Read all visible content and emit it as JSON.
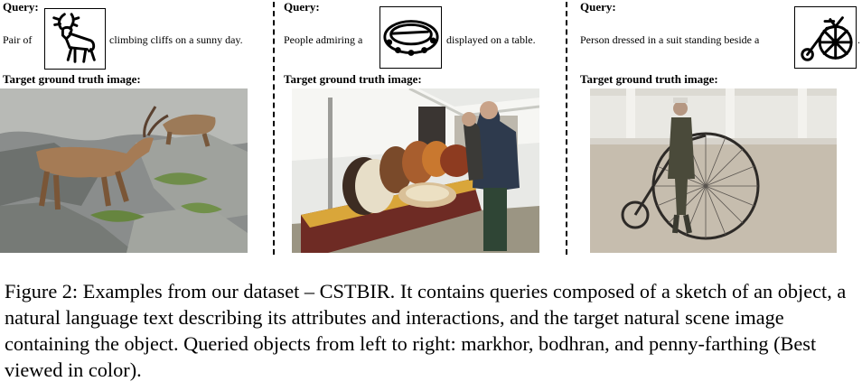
{
  "panels": [
    {
      "query_label": "Query:",
      "text_before": "Pair of",
      "text_after": "climbing cliffs on a sunny day.",
      "sketch_icon": "markhor-sketch-icon",
      "target_label": "Target ground truth image:"
    },
    {
      "query_label": "Query:",
      "text_before": "People admiring a",
      "text_after": "displayed on a table.",
      "sketch_icon": "bodhran-sketch-icon",
      "target_label": "Target ground truth image:"
    },
    {
      "query_label": "Query:",
      "text_before": "Person dressed in a suit standing beside a",
      "text_after": ".",
      "sketch_icon": "penny-farthing-sketch-icon",
      "target_label": "Target ground truth image:"
    }
  ],
  "caption": "Figure 2: Examples from our dataset – CSTBIR. It contains queries composed of a sketch of an object, a natural language text describing its attributes and interactions, and the target natural scene image containing the object. Queried objects from left to right: markhor, bodhran, and penny-farthing (Best viewed in color)."
}
